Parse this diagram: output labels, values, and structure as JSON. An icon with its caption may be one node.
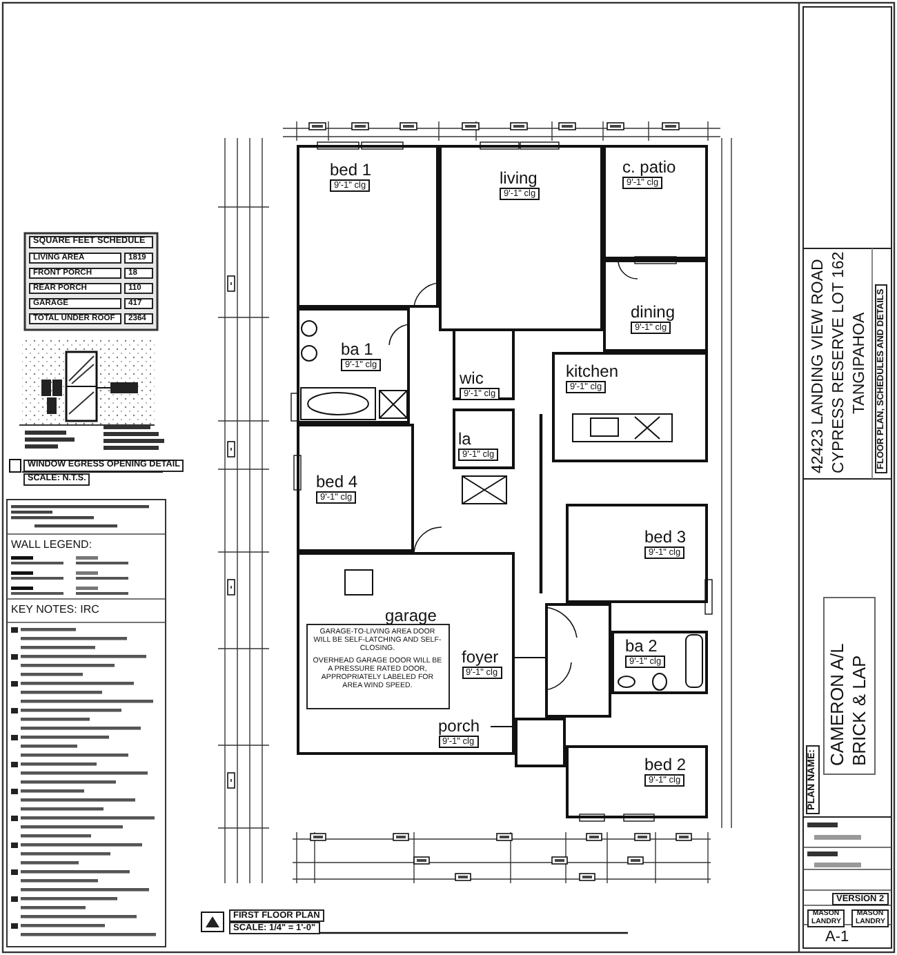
{
  "diagram": {
    "nodes": [
      {
        "text": [
          "bed 1",
          "9'-1\" clg"
        ]
      },
      {
        "text": [
          "living",
          "9'-1\" clg"
        ]
      },
      {
        "text": [
          "c. patio",
          "9'-1\" clg"
        ]
      },
      {
        "text": [
          "dining",
          "9'-1\" clg"
        ]
      },
      {
        "text": [
          "ba 1",
          "9'-1\" clg"
        ]
      },
      {
        "text": [
          "wic",
          "9'-1\" clg"
        ]
      },
      {
        "text": [
          "kitchen",
          "9'-1\" clg"
        ]
      },
      {
        "text": [
          "la",
          "9'-1\" clg"
        ]
      },
      {
        "text": [
          "bed 4",
          "9'-1\" clg"
        ]
      },
      {
        "text": [
          "bed 3",
          "9'-1\" clg"
        ]
      },
      {
        "text": [
          "garage"
        ]
      },
      {
        "text": [
          "GARAGE-TO-LIVING AREA DOOR WILL BE SELF-LATCHING AND SELF-CLOSING.",
          "OVERHEAD GARAGE DOOR WILL BE A PRESSURE RATED DOOR, APPROPRIATELY LABELED FOR AREA WIND SPEED."
        ],
        "in": 10
      },
      {
        "text": [
          "foyer",
          "9'-1\" clg"
        ],
        "in": 10
      },
      {
        "text": [],
        "shape": "box"
      },
      {
        "text": [
          "ba 2",
          "9'-1\" clg"
        ]
      },
      {
        "text": [
          "porch",
          "9'-1\" clg"
        ],
        "in": 10
      },
      {
        "text": [],
        "shape": "box"
      },
      {
        "text": [
          "bed 2",
          "9'-1\" clg"
        ]
      }
    ],
    "edges": [
      {
        "from": 12,
        "to": 13,
        "arrow": "none"
      },
      {
        "from": 15,
        "to": 16,
        "arrow": "none"
      }
    ],
    "labels": [
      "SQUARE FEET SCHEDULE",
      "LIVING AREA",
      "1819",
      "FRONT PORCH",
      "18",
      "REAR PORCH",
      "110",
      "GARAGE",
      "417",
      "TOTAL UNDER ROOF",
      "2364",
      "WINDOW EGRESS OPENING DETAIL",
      "SCALE: N.T.S.",
      "WALL LEGEND:",
      "KEY NOTES: IRC",
      "FIRST FLOOR PLAN",
      "SCALE: 1/4\" = 1'-0\"",
      "42423 LANDING VIEW ROAD",
      "CYPRESS RESERVE LOT 162",
      "TANGIPAHOA",
      "FLOOR PLAN, SCHEDULES AND DETAILS",
      "PLAN NAME:",
      "CAMERON A/L",
      "BRICK & LAP",
      "VERSION 2",
      "MASON LANDRY",
      "MASON LANDRY",
      "A-1"
    ]
  }
}
